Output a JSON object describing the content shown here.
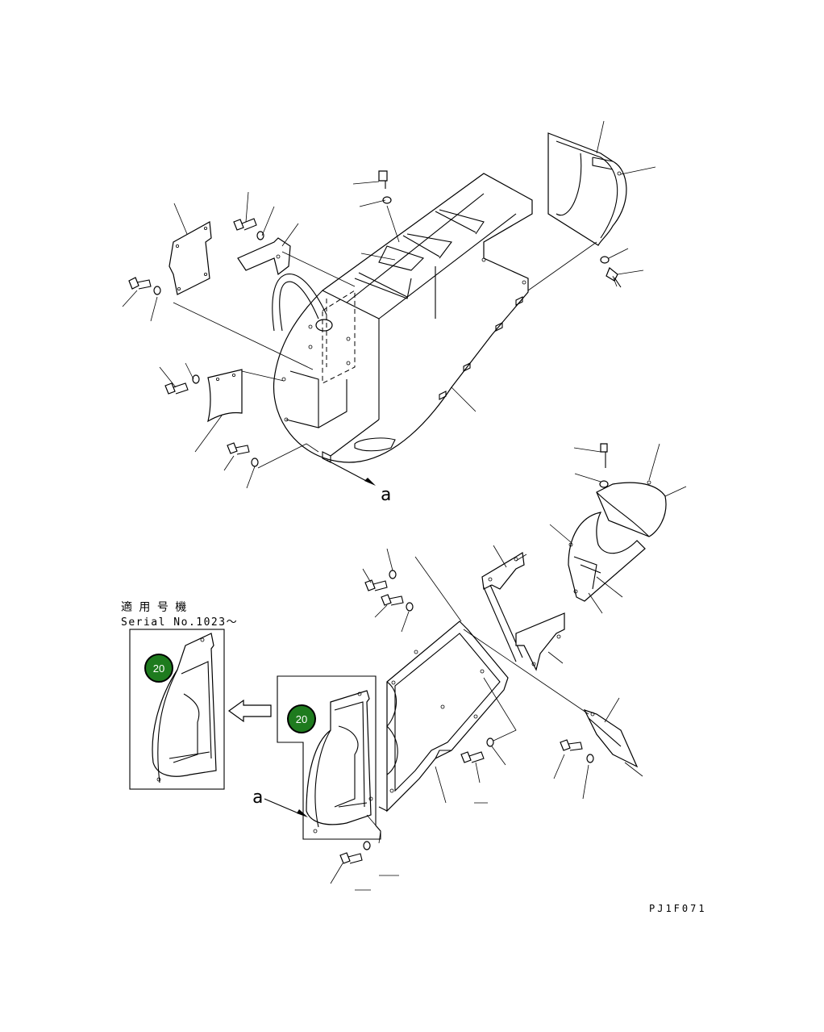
{
  "callouts": [
    {
      "number": "20",
      "color": "#1e7b1e",
      "text_color": "#ffffff"
    },
    {
      "number": "20",
      "color": "#1e7b1e",
      "text_color": "#ffffff"
    }
  ],
  "applicability": {
    "heading": "適 用 号 機",
    "serial": "Serial No.1023～"
  },
  "view_labels": {
    "top": "a",
    "bottom": "a"
  },
  "drawing_code": "PJ1F071"
}
